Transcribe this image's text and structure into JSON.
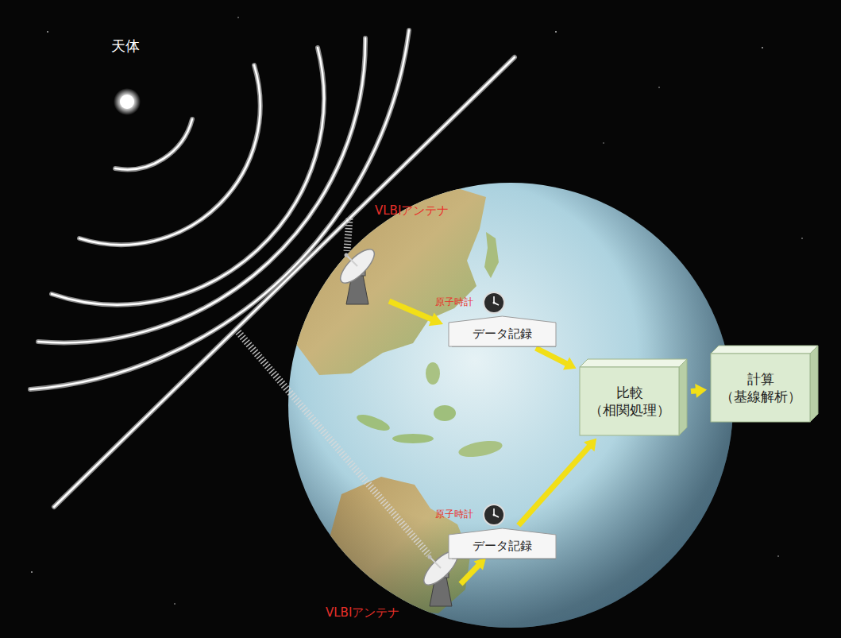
{
  "diagram": {
    "nodes": [
      {
        "text": [
          "データ記録"
        ]
      },
      {
        "text": [
          "データ記録"
        ]
      },
      {
        "text": [
          "比較 （相関処理）"
        ]
      },
      {
        "text": [
          "計算 （基線解析）"
        ]
      }
    ],
    "edges": [
      {
        "from": 0,
        "to": 2,
        "arrow": "to"
      },
      {
        "from": 1,
        "to": 2,
        "arrow": "to"
      },
      {
        "from": 2,
        "to": 3,
        "arrow": "to"
      }
    ],
    "labels": [
      "天体",
      "VLBIアンテナ",
      "原子時計",
      "原子時計",
      "VLBIアンテナ"
    ]
  }
}
